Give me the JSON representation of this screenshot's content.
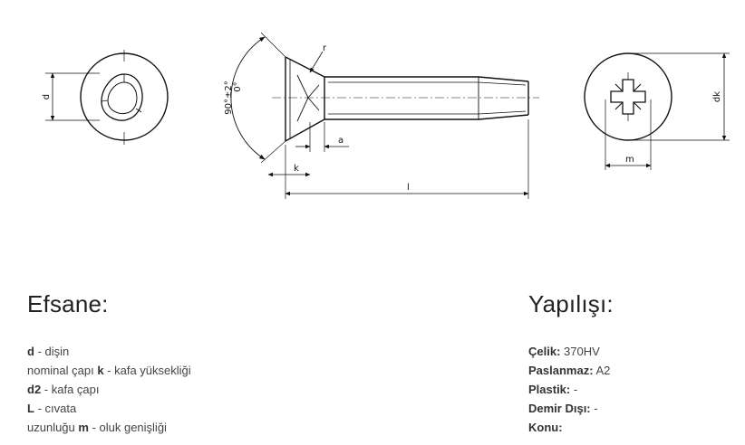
{
  "diagram": {
    "labels": {
      "d": "d",
      "angle": "90°±2°",
      "angle_zero": "0°",
      "r": "r",
      "a": "a",
      "k": "k",
      "l": "l",
      "m": "m",
      "dk": "dk"
    }
  },
  "legend": {
    "title": "Efsane:",
    "items": [
      {
        "key": "d",
        "text": " - dişin"
      },
      {
        "pre": "nominal çapı ",
        "key": "k",
        "text": " - kafa yüksekliği"
      },
      {
        "key": "d2",
        "text": " - kafa çapı"
      },
      {
        "key": "L",
        "text": " - cıvata"
      },
      {
        "pre": "uzunluğu ",
        "key": "m",
        "text": " - oluk genişliği"
      }
    ]
  },
  "construction": {
    "title": "Yapılışı:",
    "items": [
      {
        "key": "Çelik:",
        "value": " 370HV"
      },
      {
        "key": "Paslanmaz:",
        "value": " A2"
      },
      {
        "key": "Plastik:",
        "value": " -"
      },
      {
        "key": "Demir Dışı:",
        "value": " -"
      },
      {
        "key": "Konu:",
        "value": ""
      }
    ]
  }
}
